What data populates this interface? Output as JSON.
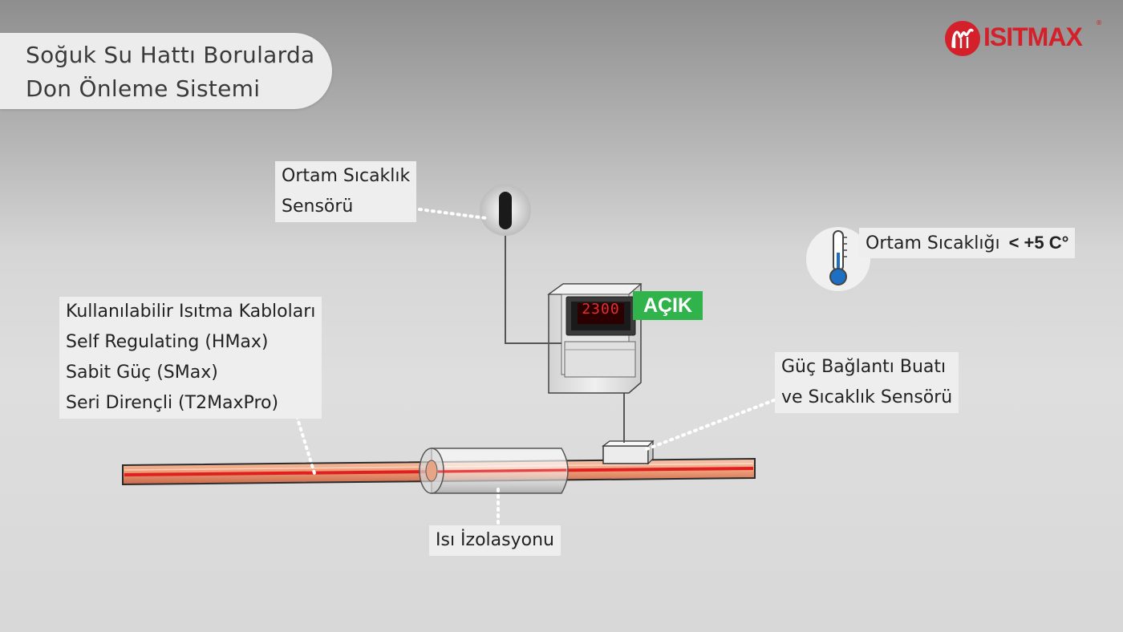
{
  "title": {
    "line1": "Soğuk Su Hattı Borularda",
    "line2": "Don Önleme Sistemi"
  },
  "logo": {
    "text": "ISITMAX",
    "mark": "®"
  },
  "ambient_sensor_label": {
    "line1": "Ortam Sıcaklık",
    "line2": "Sensörü"
  },
  "cables_label": {
    "line1": "Kullanılabilir Isıtma Kabloları",
    "line2": "Self Regulating (HMax)",
    "line3": "Sabit Güç (SMax)",
    "line4": "Seri Dirençli (T2MaxPro)"
  },
  "controller": {
    "display": "2300",
    "status": "AÇIK"
  },
  "junction_label": {
    "line1": "Güç Bağlantı Buatı",
    "line2": "ve Sıcaklık Sensörü"
  },
  "insulation_label": {
    "text": "Isı İzolasyonu"
  },
  "ambient_temp": {
    "label": "Ortam Sıcaklığı",
    "value": "< +5 C°"
  },
  "colors": {
    "brand_red": "#d4202a",
    "status_green": "#2fb34a",
    "heating_cable": "#e02020",
    "thermometer_blue": "#1d6fc4"
  }
}
